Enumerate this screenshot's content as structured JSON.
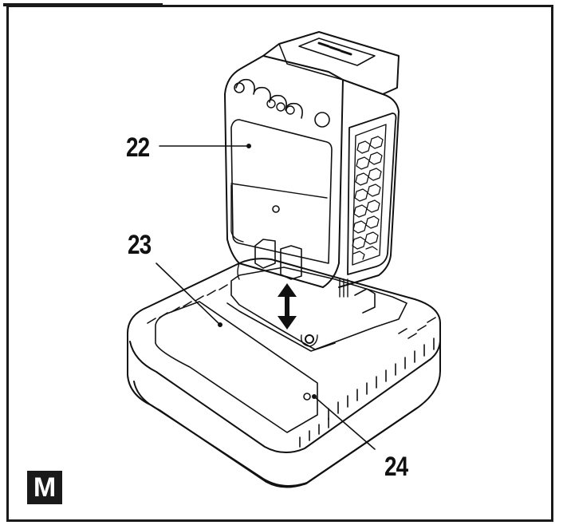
{
  "figure": {
    "callouts": [
      {
        "id": "22",
        "label": "22"
      },
      {
        "id": "23",
        "label": "23"
      },
      {
        "id": "24",
        "label": "24"
      }
    ],
    "panel_letter": "M"
  }
}
